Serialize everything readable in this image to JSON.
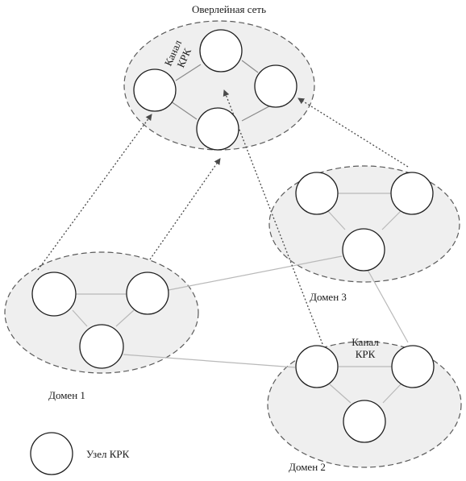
{
  "overlay": {
    "title": "Оверлейная сеть",
    "channel_label_line1": "Канал",
    "channel_label_line2": "КРК"
  },
  "domains": [
    {
      "label": "Домен 1"
    },
    {
      "label": "Домен 2",
      "channel_label_line1": "Канал",
      "channel_label_line2": "КРК"
    },
    {
      "label": "Домен 3"
    }
  ],
  "legend": {
    "node_label": "Узел КРК"
  },
  "colors": {
    "ellipse_fill": "#efefef",
    "node_fill": "#ffffff",
    "link": "#b9b9b9",
    "arrow": "#4a4a4a"
  }
}
